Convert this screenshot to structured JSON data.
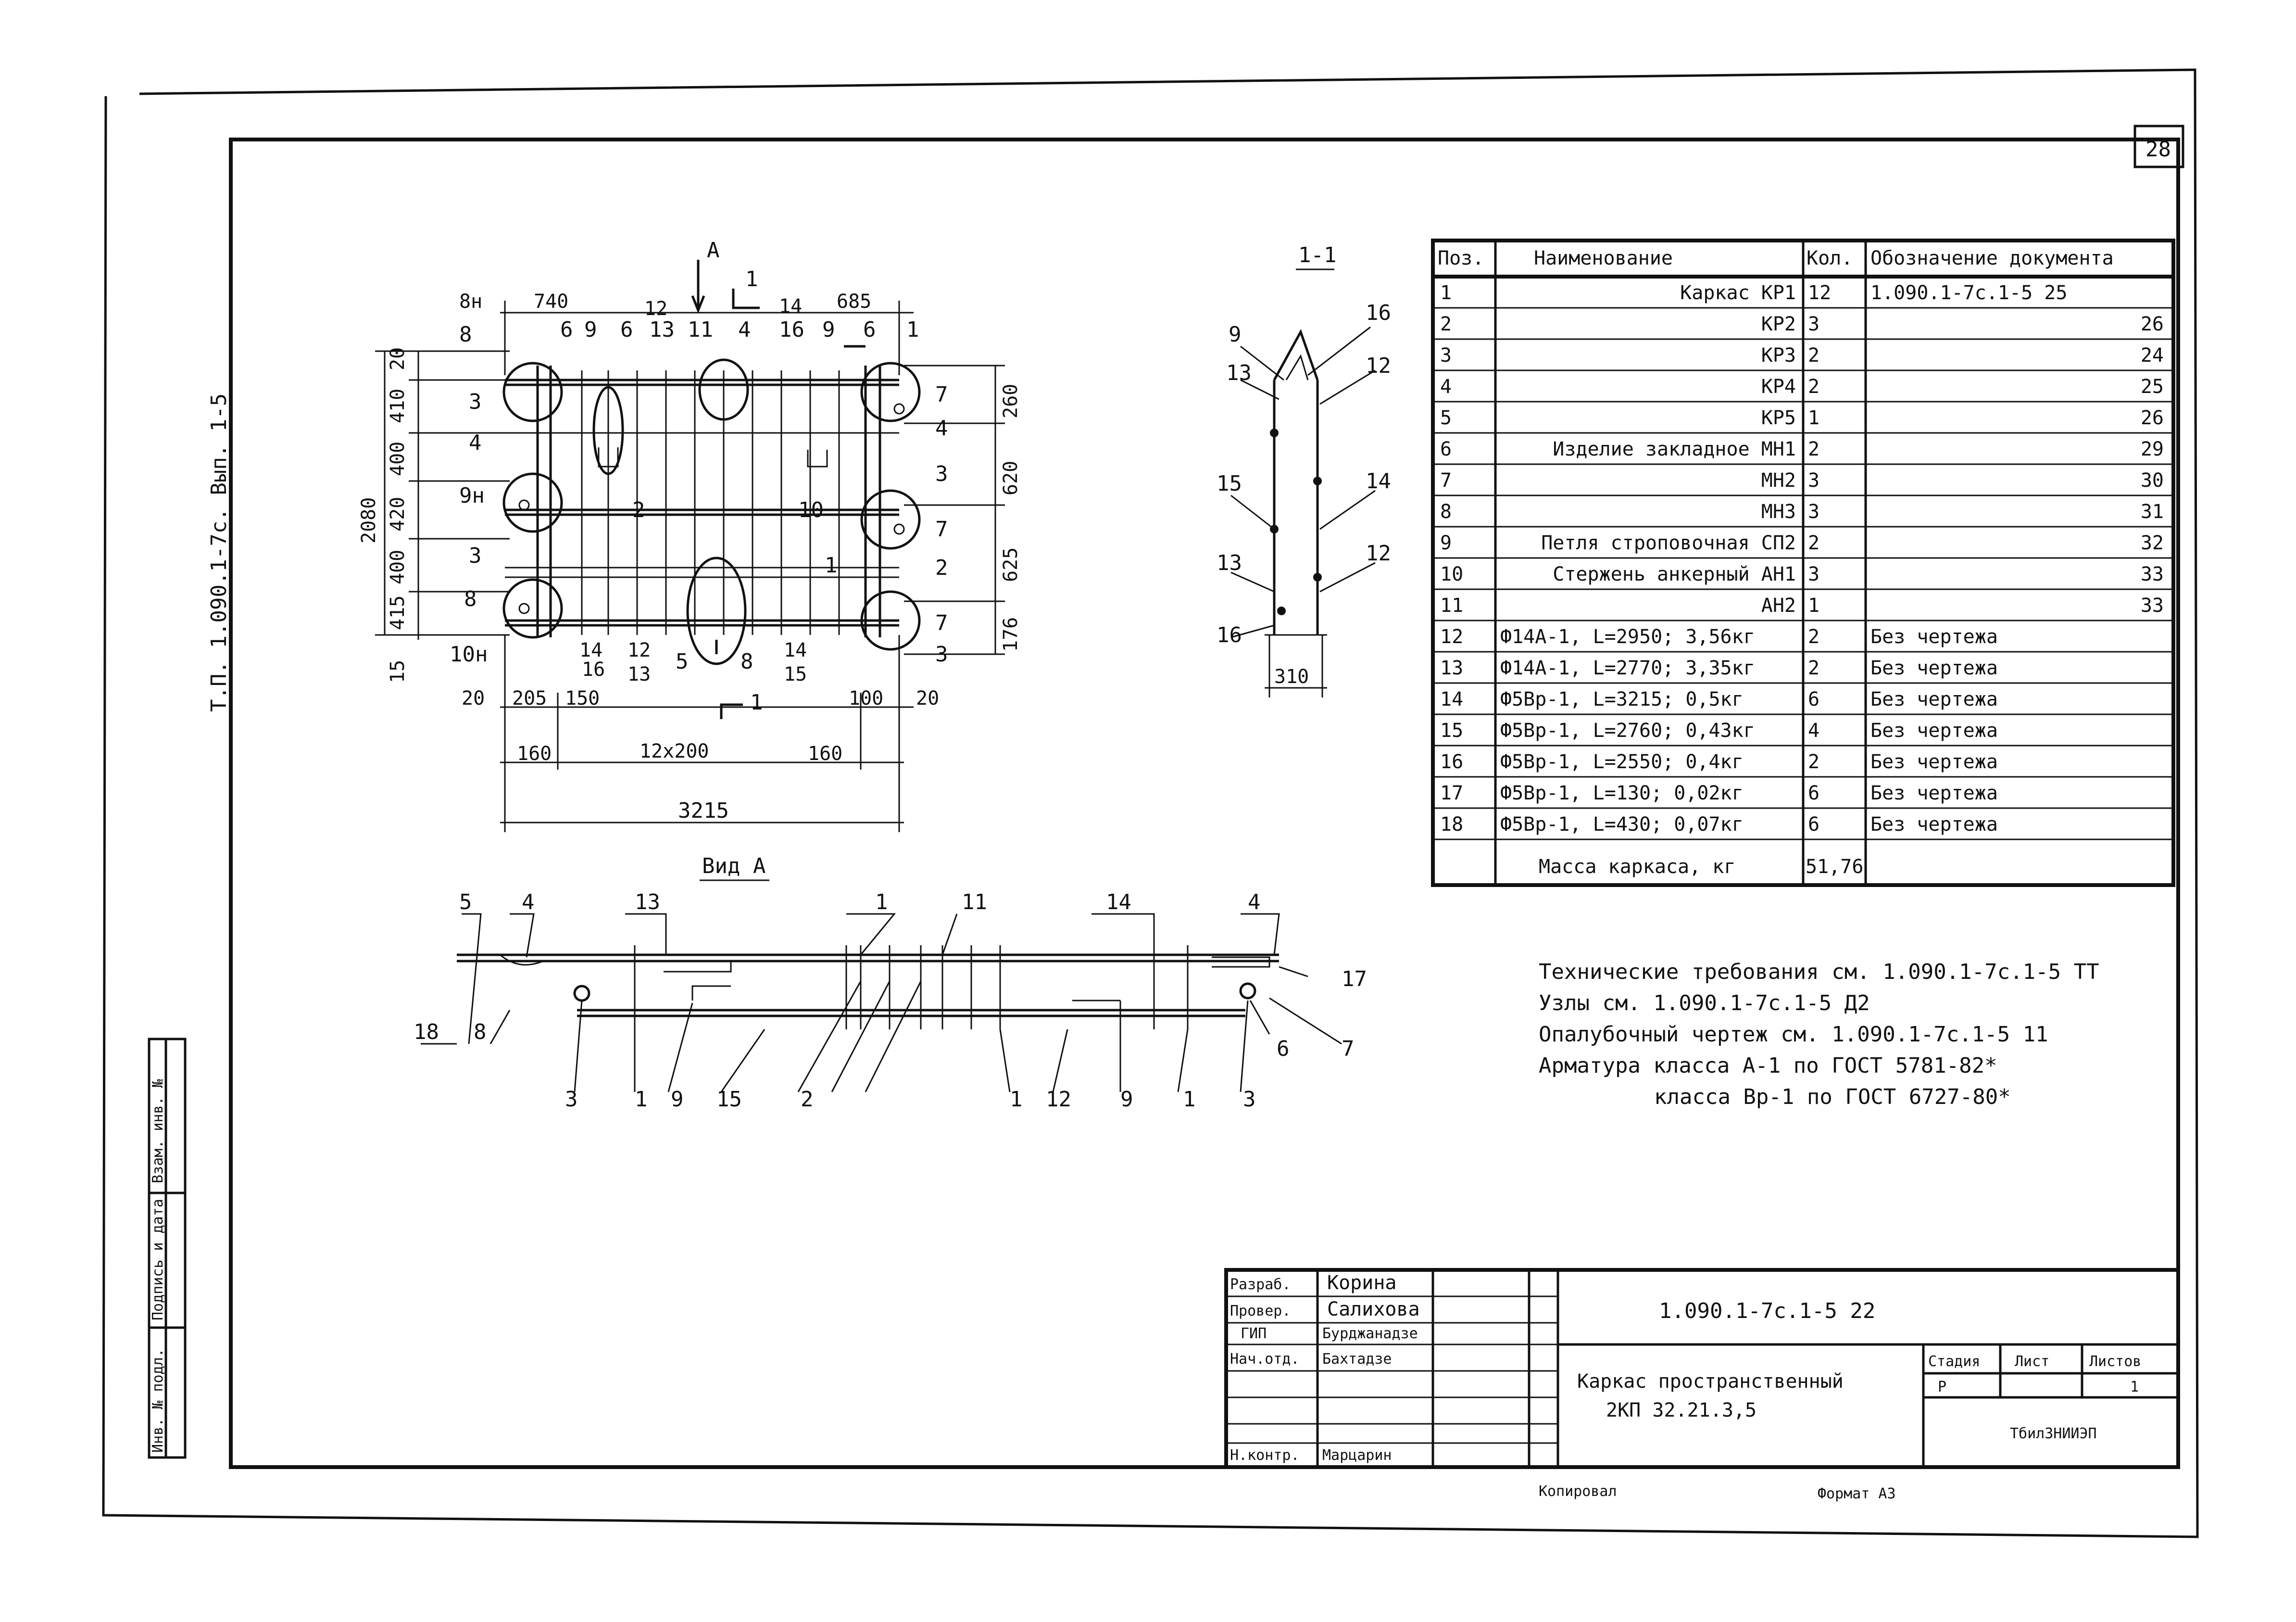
{
  "sheet": {
    "page_number": "28",
    "side_stamp": "Т.П. 1.090.1-7с. Вып. 1-5",
    "side_cols": [
      "Инв. № подл.",
      "Подпись и дата",
      "Взам. инв. №"
    ],
    "copied_label": "Копировал",
    "format_label": "Формат А3"
  },
  "plan": {
    "dims_top": [
      "8н",
      "740",
      "12",
      "14",
      "685"
    ],
    "top_pos": [
      "8",
      "6",
      "9",
      "6",
      "13",
      "11",
      "4",
      "16",
      "9",
      "6",
      "1"
    ],
    "dims_right": [
      "260",
      "620",
      "625",
      "176"
    ],
    "dims_left": [
      "20",
      "410",
      "400",
      "420",
      "400",
      "415",
      "15"
    ],
    "dim_height": "2080",
    "left_pos": [
      "3",
      "4",
      "9н",
      "3",
      "8",
      "10н"
    ],
    "right_pos": [
      "7",
      "4",
      "3",
      "7",
      "2",
      "7",
      "3"
    ],
    "inside_pos": [
      "2",
      "10",
      "1",
      "5",
      "8"
    ],
    "under_pos": [
      "14",
      "16",
      "12",
      "13",
      "14",
      "15"
    ],
    "dims_bottom1": [
      "20",
      "205",
      "150",
      "100",
      "20"
    ],
    "dims_bottom2": [
      "160",
      "12х200",
      "160"
    ],
    "dim_total": "3215",
    "sec_mark": "1",
    "view_mark": "А"
  },
  "section": {
    "title": "1-1",
    "labels": [
      "16",
      "9",
      "13",
      "12",
      "15",
      "14",
      "13",
      "12",
      "16"
    ],
    "width": "310"
  },
  "view_a": {
    "title": "Вид А",
    "top": [
      "5",
      "4",
      "13",
      "1",
      "11",
      "14",
      "4"
    ],
    "right": [
      "17",
      "7",
      "6"
    ],
    "left": [
      "18",
      "8"
    ],
    "bottom": [
      "3",
      "1",
      "9",
      "15",
      "2",
      "1",
      "12",
      "9",
      "1",
      "3"
    ]
  },
  "spec": {
    "headers": [
      "Поз.",
      "Наименование",
      "Кол.",
      "Обозначение документа"
    ],
    "rows": [
      [
        "1",
        "Каркас КР1",
        "12",
        "1.090.1-7с.1-5 25"
      ],
      [
        "2",
        "КР2",
        "3",
        "26"
      ],
      [
        "3",
        "КР3",
        "2",
        "24"
      ],
      [
        "4",
        "КР4",
        "2",
        "25"
      ],
      [
        "5",
        "КР5",
        "1",
        "26"
      ],
      [
        "6",
        "Изделие закладное МН1",
        "2",
        "29"
      ],
      [
        "7",
        "МН2",
        "3",
        "30"
      ],
      [
        "8",
        "МН3",
        "3",
        "31"
      ],
      [
        "9",
        "Петля строповочная СП2",
        "2",
        "32"
      ],
      [
        "10",
        "Стержень анкерный АН1",
        "3",
        "33"
      ],
      [
        "11",
        "АН2",
        "1",
        "33"
      ],
      [
        "12",
        "Ф14А-1, L=2950; 3,56кг",
        "2",
        "Без чертежа"
      ],
      [
        "13",
        "Ф14А-1, L=2770; 3,35кг",
        "2",
        "Без чертежа"
      ],
      [
        "14",
        "Ф5Вр-1, L=3215; 0,5кг",
        "6",
        "Без чертежа"
      ],
      [
        "15",
        "Ф5Вр-1, L=2760; 0,43кг",
        "4",
        "Без чертежа"
      ],
      [
        "16",
        "Ф5Вр-1, L=2550; 0,4кг",
        "2",
        "Без чертежа"
      ],
      [
        "17",
        "Ф5Вр-1, L=130; 0,02кг",
        "6",
        "Без чертежа"
      ],
      [
        "18",
        "Ф5Вр-1, L=430; 0,07кг",
        "6",
        "Без чертежа"
      ]
    ],
    "mass_label": "Масса каркаса, кг",
    "mass_value": "51,76"
  },
  "notes": [
    "Технические требования см. 1.090.1-7с.1-5 ТТ",
    "Узлы см. 1.090.1-7с.1-5 Д2",
    "Опалубочный чертеж см. 1.090.1-7с.1-5 11",
    "Арматура класса А-1 по ГОСТ 5781-82*",
    "класса Вр-1 по ГОСТ 6727-80*"
  ],
  "title_block": {
    "roles": [
      "Разраб.",
      "Провер.",
      "ГИП",
      "Нач.отд.",
      "",
      "",
      "Н.контр."
    ],
    "names": [
      "Корина",
      "Салихова",
      "Бурджанадзе",
      "Бахтадзе",
      "",
      "",
      "Марцарин"
    ],
    "code": "1.090.1-7с.1-5 22",
    "name_line1": "Каркас пространственный",
    "name_line2": "2КП 32.21.3,5",
    "stage_h": "Стадия",
    "sheet_h": "Лист",
    "sheets_h": "Листов",
    "stage": "Р",
    "sheet": "",
    "sheets": "1",
    "org": "ТбилЗНИИЭП"
  }
}
